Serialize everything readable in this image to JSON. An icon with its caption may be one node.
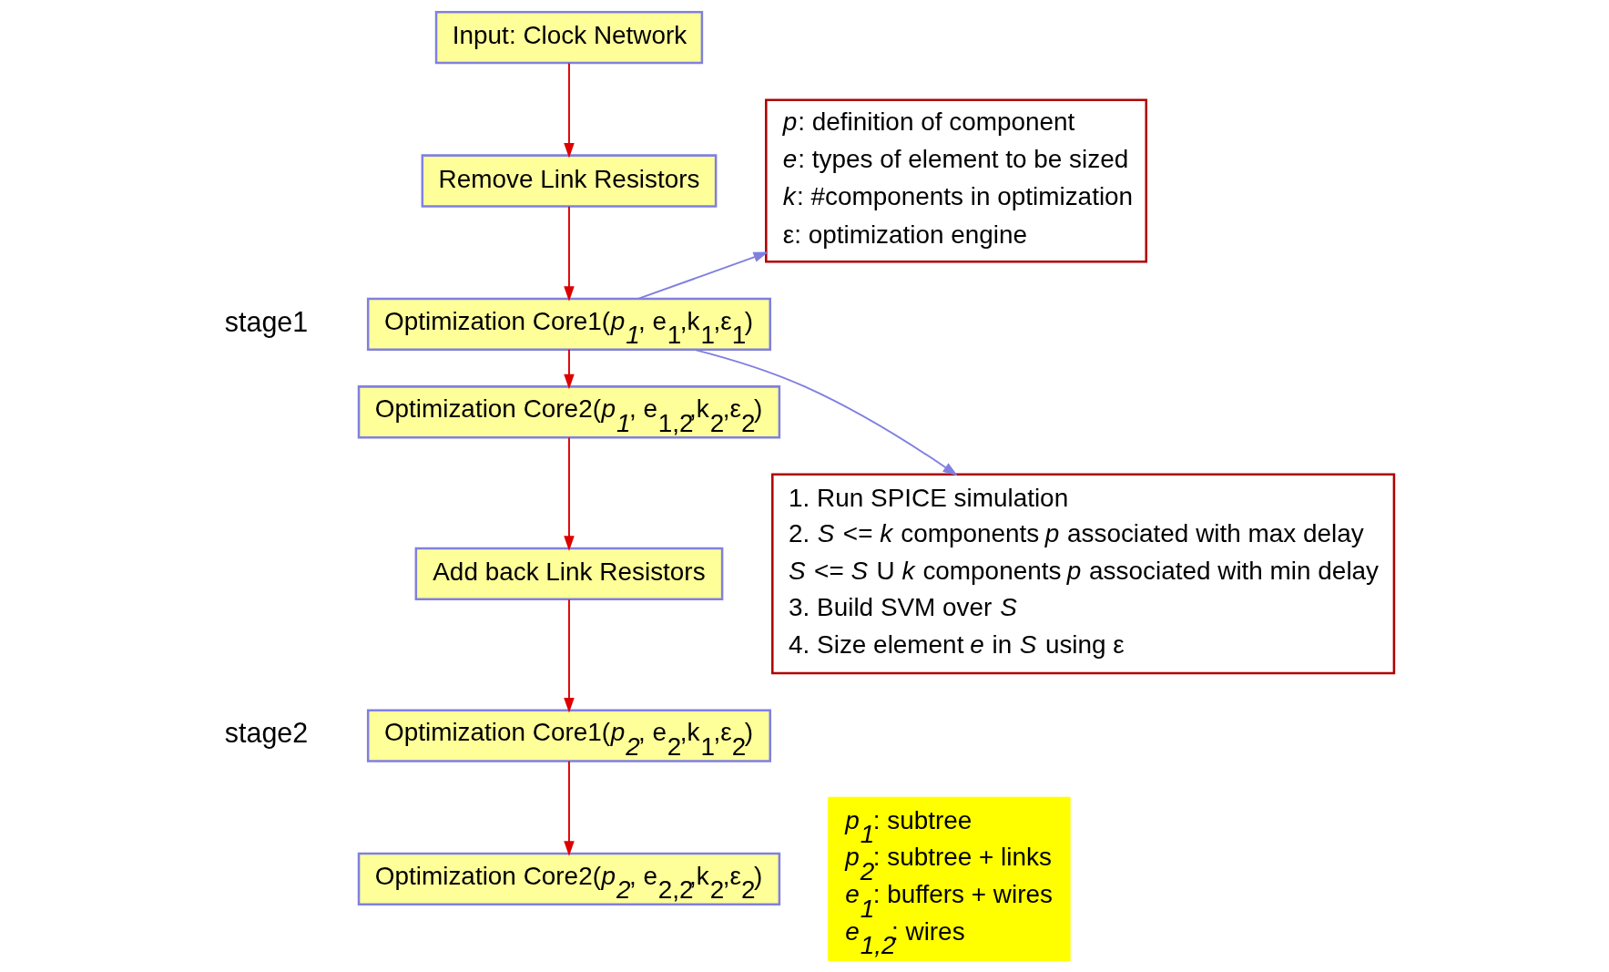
{
  "diagram": {
    "nodes": [
      {
        "text": [
          "Input: Clock Network"
        ]
      },
      {
        "text": [
          "Remove Link Resistors"
        ]
      },
      {
        "text": [
          "Optimization Core1(*p$_{1}$*, e$_{1}$,k$_{1}$,ε$_{1}$)"
        ]
      },
      {
        "text": [
          "Optimization Core2(*p$_{1}$*, e$_{1,2}$,k$_{2}$,ε$_{2}$)"
        ]
      },
      {
        "text": [
          "Add back Link Resistors"
        ]
      },
      {
        "text": [
          "Optimization Core1(*p$_{2}$*, e$_{2}$,k$_{1}$,ε$_{2}$)"
        ]
      },
      {
        "text": [
          "Optimization Core2(*p$_{2}$*, e$_{2,2}$,k$_{2}$,ε$_{2}$)"
        ]
      },
      {
        "text": [
          "*p*: definition of component",
          "*e*: types of element to be sized",
          "*k*: #components in optimization",
          "ε: optimization engine"
        ]
      },
      {
        "text": [
          "1. Run SPICE simulation",
          "2. *S* <= *k* components *p* associated with max delay",
          "*S* <= *S* U *k* components *p* associated with min delay",
          "3. Build SVM over *S*",
          "4. Size element *e* in *S* using ε"
        ]
      },
      {
        "text": [
          "*p$_{1}$*: subtree",
          "*p$_{2}$*: subtree + links",
          "*e$_{1}$*: buffers + wires",
          "*e$_{1,2}$*: wires"
        ]
      }
    ],
    "edges": [
      {
        "from": 0,
        "to": 1,
        "arrow": "to"
      },
      {
        "from": 1,
        "to": 2,
        "arrow": "to"
      },
      {
        "from": 2,
        "to": 3,
        "arrow": "to"
      },
      {
        "from": 3,
        "to": 4,
        "arrow": "to"
      },
      {
        "from": 4,
        "to": 5,
        "arrow": "to"
      },
      {
        "from": 5,
        "to": 6,
        "arrow": "to"
      },
      {
        "from": 2,
        "to": 7,
        "arrow": "to",
        "color": "#8080e0"
      },
      {
        "from": 2,
        "to": 8,
        "arrow": "to",
        "color": "#8080e0"
      }
    ],
    "labels": [
      "stage1",
      "stage2"
    ]
  }
}
